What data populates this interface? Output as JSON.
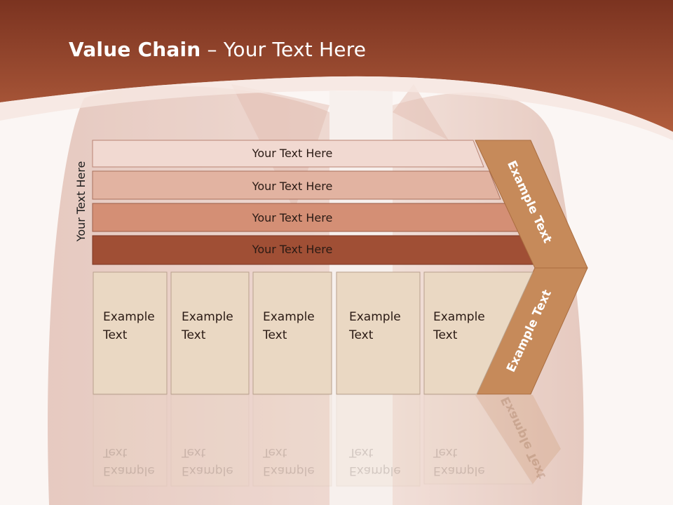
{
  "slide": {
    "title_bold": "Value Chain",
    "title_rest": " – Your Text Here",
    "side_label": "Your Text Here",
    "rows": [
      {
        "label": "Your Text Here",
        "color": "#f1d9d1"
      },
      {
        "label": "Your Text Here",
        "color": "#e2b3a1"
      },
      {
        "label": "Your Text Here",
        "color": "#d48f75"
      },
      {
        "label": "Your Text Here",
        "color": "#a04f35"
      }
    ],
    "boxes": [
      {
        "line1": "Example",
        "line2": "Text"
      },
      {
        "line1": "Example",
        "line2": "Text"
      },
      {
        "line1": "Example",
        "line2": "Text"
      },
      {
        "line1": "Example",
        "line2": "Text"
      },
      {
        "line1": "Example",
        "line2": "Text"
      }
    ],
    "arrow_top_text": "Example Text",
    "arrow_bottom_text": "Example Text",
    "colors": {
      "header": "#9a4328",
      "arrow": "#c68a5a",
      "box_fill": "#ead8c3"
    }
  }
}
